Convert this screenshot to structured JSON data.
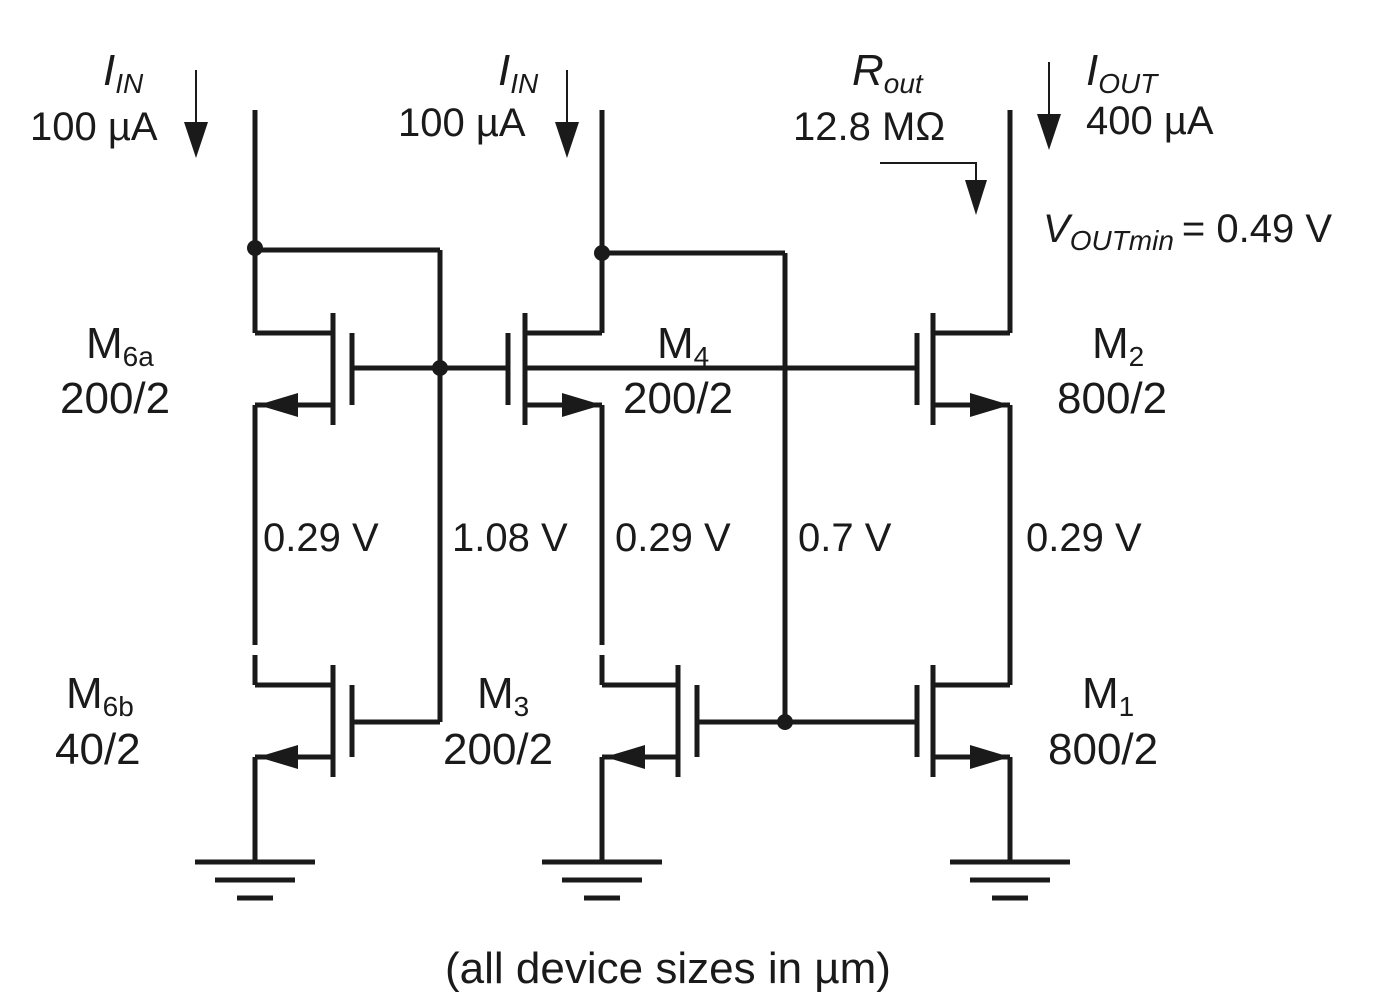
{
  "sources": {
    "iin1": {
      "symbol": "I",
      "subscript": "IN",
      "value": "100 µA"
    },
    "iin2": {
      "symbol": "I",
      "subscript": "IN",
      "value": "100 µA"
    },
    "rout": {
      "symbol": "R",
      "subscript": "out",
      "value": "12.8 MΩ"
    },
    "iout": {
      "symbol": "I",
      "subscript": "OUT",
      "value": "400 µA"
    },
    "voutmin": {
      "symbol": "V",
      "subscript": "OUTmin",
      "value": "= 0.49 V"
    }
  },
  "devices": {
    "m6a": {
      "name": "M",
      "subscript": "6a",
      "size": "200/2"
    },
    "m6b": {
      "name": "M",
      "subscript": "6b",
      "size": "40/2"
    },
    "m4": {
      "name": "M",
      "subscript": "4",
      "size": "200/2"
    },
    "m3": {
      "name": "M",
      "subscript": "3",
      "size": "200/2"
    },
    "m2": {
      "name": "M",
      "subscript": "2",
      "size": "800/2"
    },
    "m1": {
      "name": "M",
      "subscript": "1",
      "size": "800/2"
    }
  },
  "voltages": {
    "v_left": "0.29 V",
    "v_bias1": "1.08 V",
    "v_mid": "0.29 V",
    "v_bias2": "0.7 V",
    "v_right": "0.29 V"
  },
  "footnote": "(all device sizes in µm)"
}
